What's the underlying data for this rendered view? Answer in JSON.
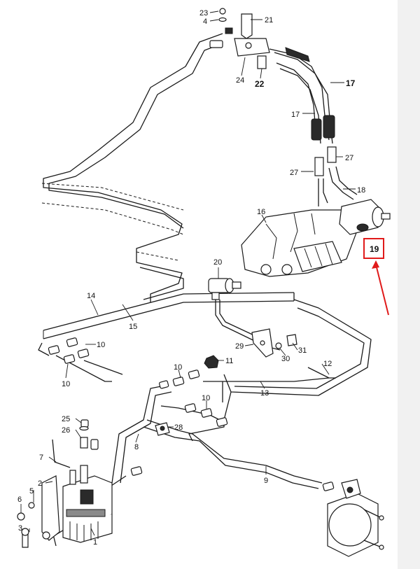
{
  "diagram": {
    "highlight_color": "#e01a1a",
    "labels": {
      "l1": "1",
      "l2": "2",
      "l3": "3",
      "l4": "4",
      "l5": "5",
      "l6": "6",
      "l7": "7",
      "l8": "8",
      "l9": "9",
      "l10a": "10",
      "l10b": "10",
      "l10c": "10",
      "l10d": "10",
      "l11": "11",
      "l12": "12",
      "l13": "13",
      "l14": "14",
      "l15": "15",
      "l16": "16",
      "l17a": "17",
      "l17b": "17",
      "l18": "18",
      "l19": "19",
      "l20": "20",
      "l21": "21",
      "l22": "22",
      "l23": "23",
      "l24": "24",
      "l25": "25",
      "l26": "26",
      "l27a": "27",
      "l27b": "27",
      "l28": "28",
      "l29": "29",
      "l30": "30",
      "l31": "31"
    }
  }
}
